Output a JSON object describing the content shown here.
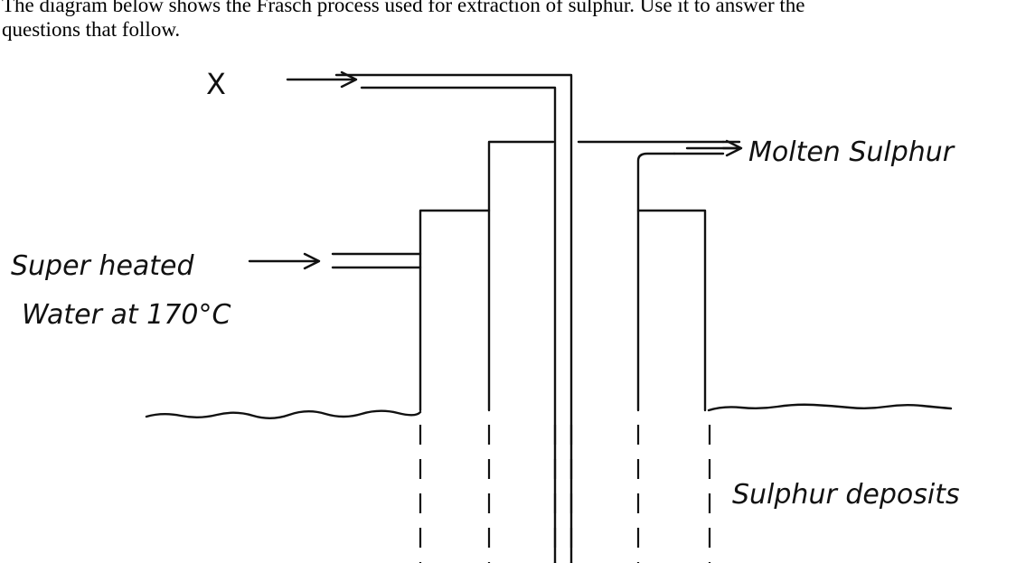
{
  "intro": {
    "line1": "The diagram below shows the Frasch process used for extraction of sulphur. Use it to answer the",
    "line2": "questions that follow."
  },
  "labels": {
    "x": "X",
    "molten_sulphur": "Molten Sulphur",
    "superheated_line1": "Super heated",
    "superheated_line2": "Water at 170°C",
    "deposits": "Sulphur deposits"
  }
}
